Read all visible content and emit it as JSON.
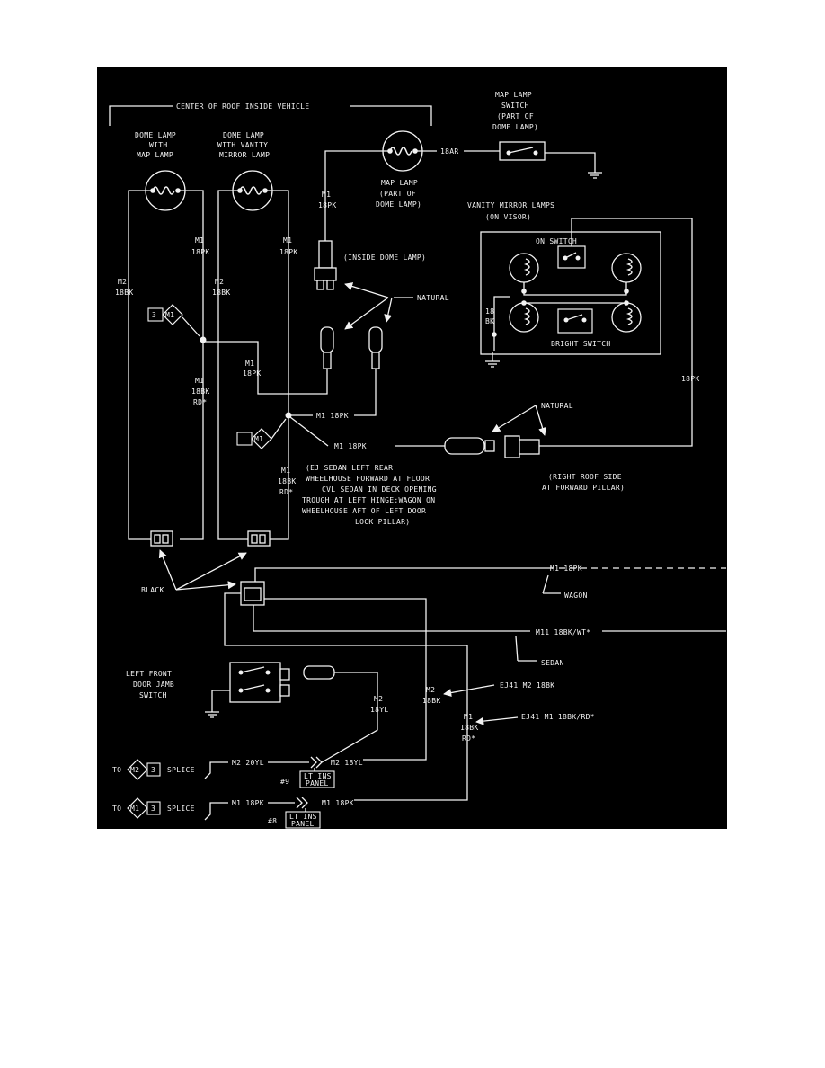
{
  "colors": {
    "background": "#000000",
    "ink": "#f2f2f2",
    "page": "#ffffff"
  },
  "labels": {
    "roof_header": "CENTER OF ROOF INSIDE VEHICLE",
    "dome_map_1": "DOME LAMP",
    "dome_map_2": "WITH",
    "dome_map_3": "MAP LAMP",
    "dome_vanity_1": "DOME LAMP",
    "dome_vanity_2": "WITH VANITY",
    "dome_vanity_3": "MIRROR LAMP",
    "map_lamp_1": "MAP LAMP",
    "map_lamp_2": "(PART OF",
    "map_lamp_3": "DOME LAMP)",
    "map_switch_1": "MAP LAMP",
    "map_switch_2": "SWITCH",
    "map_switch_3": "(PART OF",
    "map_switch_4": "DOME LAMP)",
    "wire_18ar": "18AR",
    "m1_18pk_a": "M1",
    "m1_18pk_b": "18PK",
    "m1_top_left_a": "M1",
    "m1_top_left_b": "18PK",
    "m1_top_right_a": "M1",
    "m1_top_right_b": "18PK",
    "m2_left_a": "M2",
    "m2_left_b": "18BK",
    "m2_mid_a": "M2",
    "m2_mid_b": "18BK",
    "inside_dome": "(INSIDE DOME LAMP)",
    "natural_1": "NATURAL",
    "vanity_title_1": "VANITY MIRROR LAMPS",
    "vanity_title_2": "(ON VISOR)",
    "on_switch": "ON SWITCH",
    "bright_switch": "BRIGHT SWITCH",
    "vanity_18bk_a": "18",
    "vanity_18bk_b": "BK",
    "splice_m1": "M1",
    "m1_18pk_mid_a": "M1",
    "m1_18pk_mid_b": "18PK",
    "m1_18bk_rd_a": "M1",
    "m1_18bk_rd_b": "18BK",
    "m1_18bk_rd_c": "RD*",
    "m1_18pk_h": "M1 18PK",
    "natural_2": "NATURAL",
    "m1_18pk_conn": "M1 18PK",
    "right_18pk": "18PK",
    "m1_18bk_rd2_a": "M1",
    "m1_18bk_rd2_b": "18BK",
    "m1_18bk_rd2_c": "RD*",
    "ej_note_1": "(EJ SEDAN LEFT REAR",
    "ej_note_2": "WHEELHOUSE FORWARD AT FLOOR",
    "ej_note_3": "CVL SEDAN IN DECK OPENING",
    "ej_note_4": "TROUGH AT LEFT HINGE;WAGON ON",
    "ej_note_5": "WHEELHOUSE AFT OF LEFT DOOR",
    "ej_note_6": "LOCK PILLAR)",
    "right_roof_1": "(RIGHT ROOF SIDE",
    "right_roof_2": "AT FORWARD PILLAR)",
    "black": "BLACK",
    "m1_18pk_wagon": "M1 18PK",
    "wagon": "WAGON",
    "m11_sedan": "M11 18BK/WT*",
    "sedan": "SEDAN",
    "door_switch_1": "LEFT FRONT",
    "door_switch_2": "DOOR JAMB",
    "door_switch_3": "SWITCH",
    "m2_18yl_a": "M2",
    "m2_18yl_b": "18YL",
    "m2_18bk_a": "M2",
    "m2_18bk_b": "18BK",
    "ej41_m2": "EJ41 M2 18BK",
    "m1_18bk_rd3_a": "M1",
    "m1_18bk_rd3_b": "18BK",
    "m1_18bk_rd3_c": "RD*",
    "ej41_m1": "EJ41 M1 18BK/RD*",
    "to_1": "TO",
    "splice_m2_tag": "M2",
    "splice_3a": "3",
    "splice_1": "SPLICE",
    "m2_20yl": "M2 20YL",
    "m2_18yl_h": "M2 18YL",
    "panel_9_num": "#9",
    "panel_9_a": "LT INS",
    "panel_9_b": "PANEL",
    "to_2": "TO",
    "splice_m1_tag": "M1",
    "splice_3b": "3",
    "splice_2": "SPLICE",
    "m1_18pk_b1": "M1 18PK",
    "m1_18pk_b2": "M1 18PK",
    "panel_8_num": "#8",
    "panel_8_a": "LT INS",
    "panel_8_b": "PANEL"
  }
}
